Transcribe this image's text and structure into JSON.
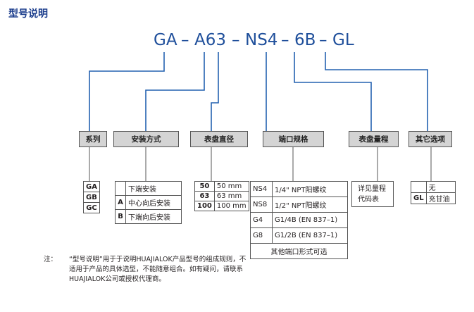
{
  "title": "型号说明",
  "code": {
    "parts": [
      "GA",
      "–",
      "A63",
      "–",
      "NS4",
      "–",
      "6B",
      "–",
      "GL"
    ]
  },
  "colors": {
    "title": "#1a3c8c",
    "code": "#1f4f9b",
    "lines": "#2462b0"
  },
  "headers": [
    "系列",
    "安装方式",
    "表盘直径",
    "端口规格",
    "表盘量程",
    "其它选项"
  ],
  "series": [
    "GA",
    "GB",
    "GC"
  ],
  "mounting": [
    {
      "code": "",
      "label": "下端安装"
    },
    {
      "code": "A",
      "label": "中心向后安装"
    },
    {
      "code": "B",
      "label": "下端向后安装"
    }
  ],
  "dial": [
    {
      "code": "50",
      "label": "50 mm"
    },
    {
      "code": "63",
      "label": "63 mm"
    },
    {
      "code": "100",
      "label": "100 mm"
    }
  ],
  "ports": [
    {
      "code": "NS4",
      "label": "1/4\" NPT阳螺纹"
    },
    {
      "code": "NS8",
      "label": "1/2\" NPT阳螺纹"
    },
    {
      "code": "G4",
      "label": "G1/4B (EN 837–1)"
    },
    {
      "code": "G8",
      "label": "G1/2B (EN 837–1)"
    }
  ],
  "ports_footer": "其他端口形式可选",
  "range": {
    "line1": "详见量程",
    "line2": "代码表"
  },
  "options": [
    {
      "code": "",
      "label": "无"
    },
    {
      "code": "GL",
      "label": "充甘油"
    }
  ],
  "note": {
    "label": "注：",
    "text": "“型号说明”用于于说明HUAJIALOK产品型号的组成规则，不适用于产品的具体选型，不能随意组合。如有疑问，请联系HUAJIALOK公司或授权代理商。"
  }
}
